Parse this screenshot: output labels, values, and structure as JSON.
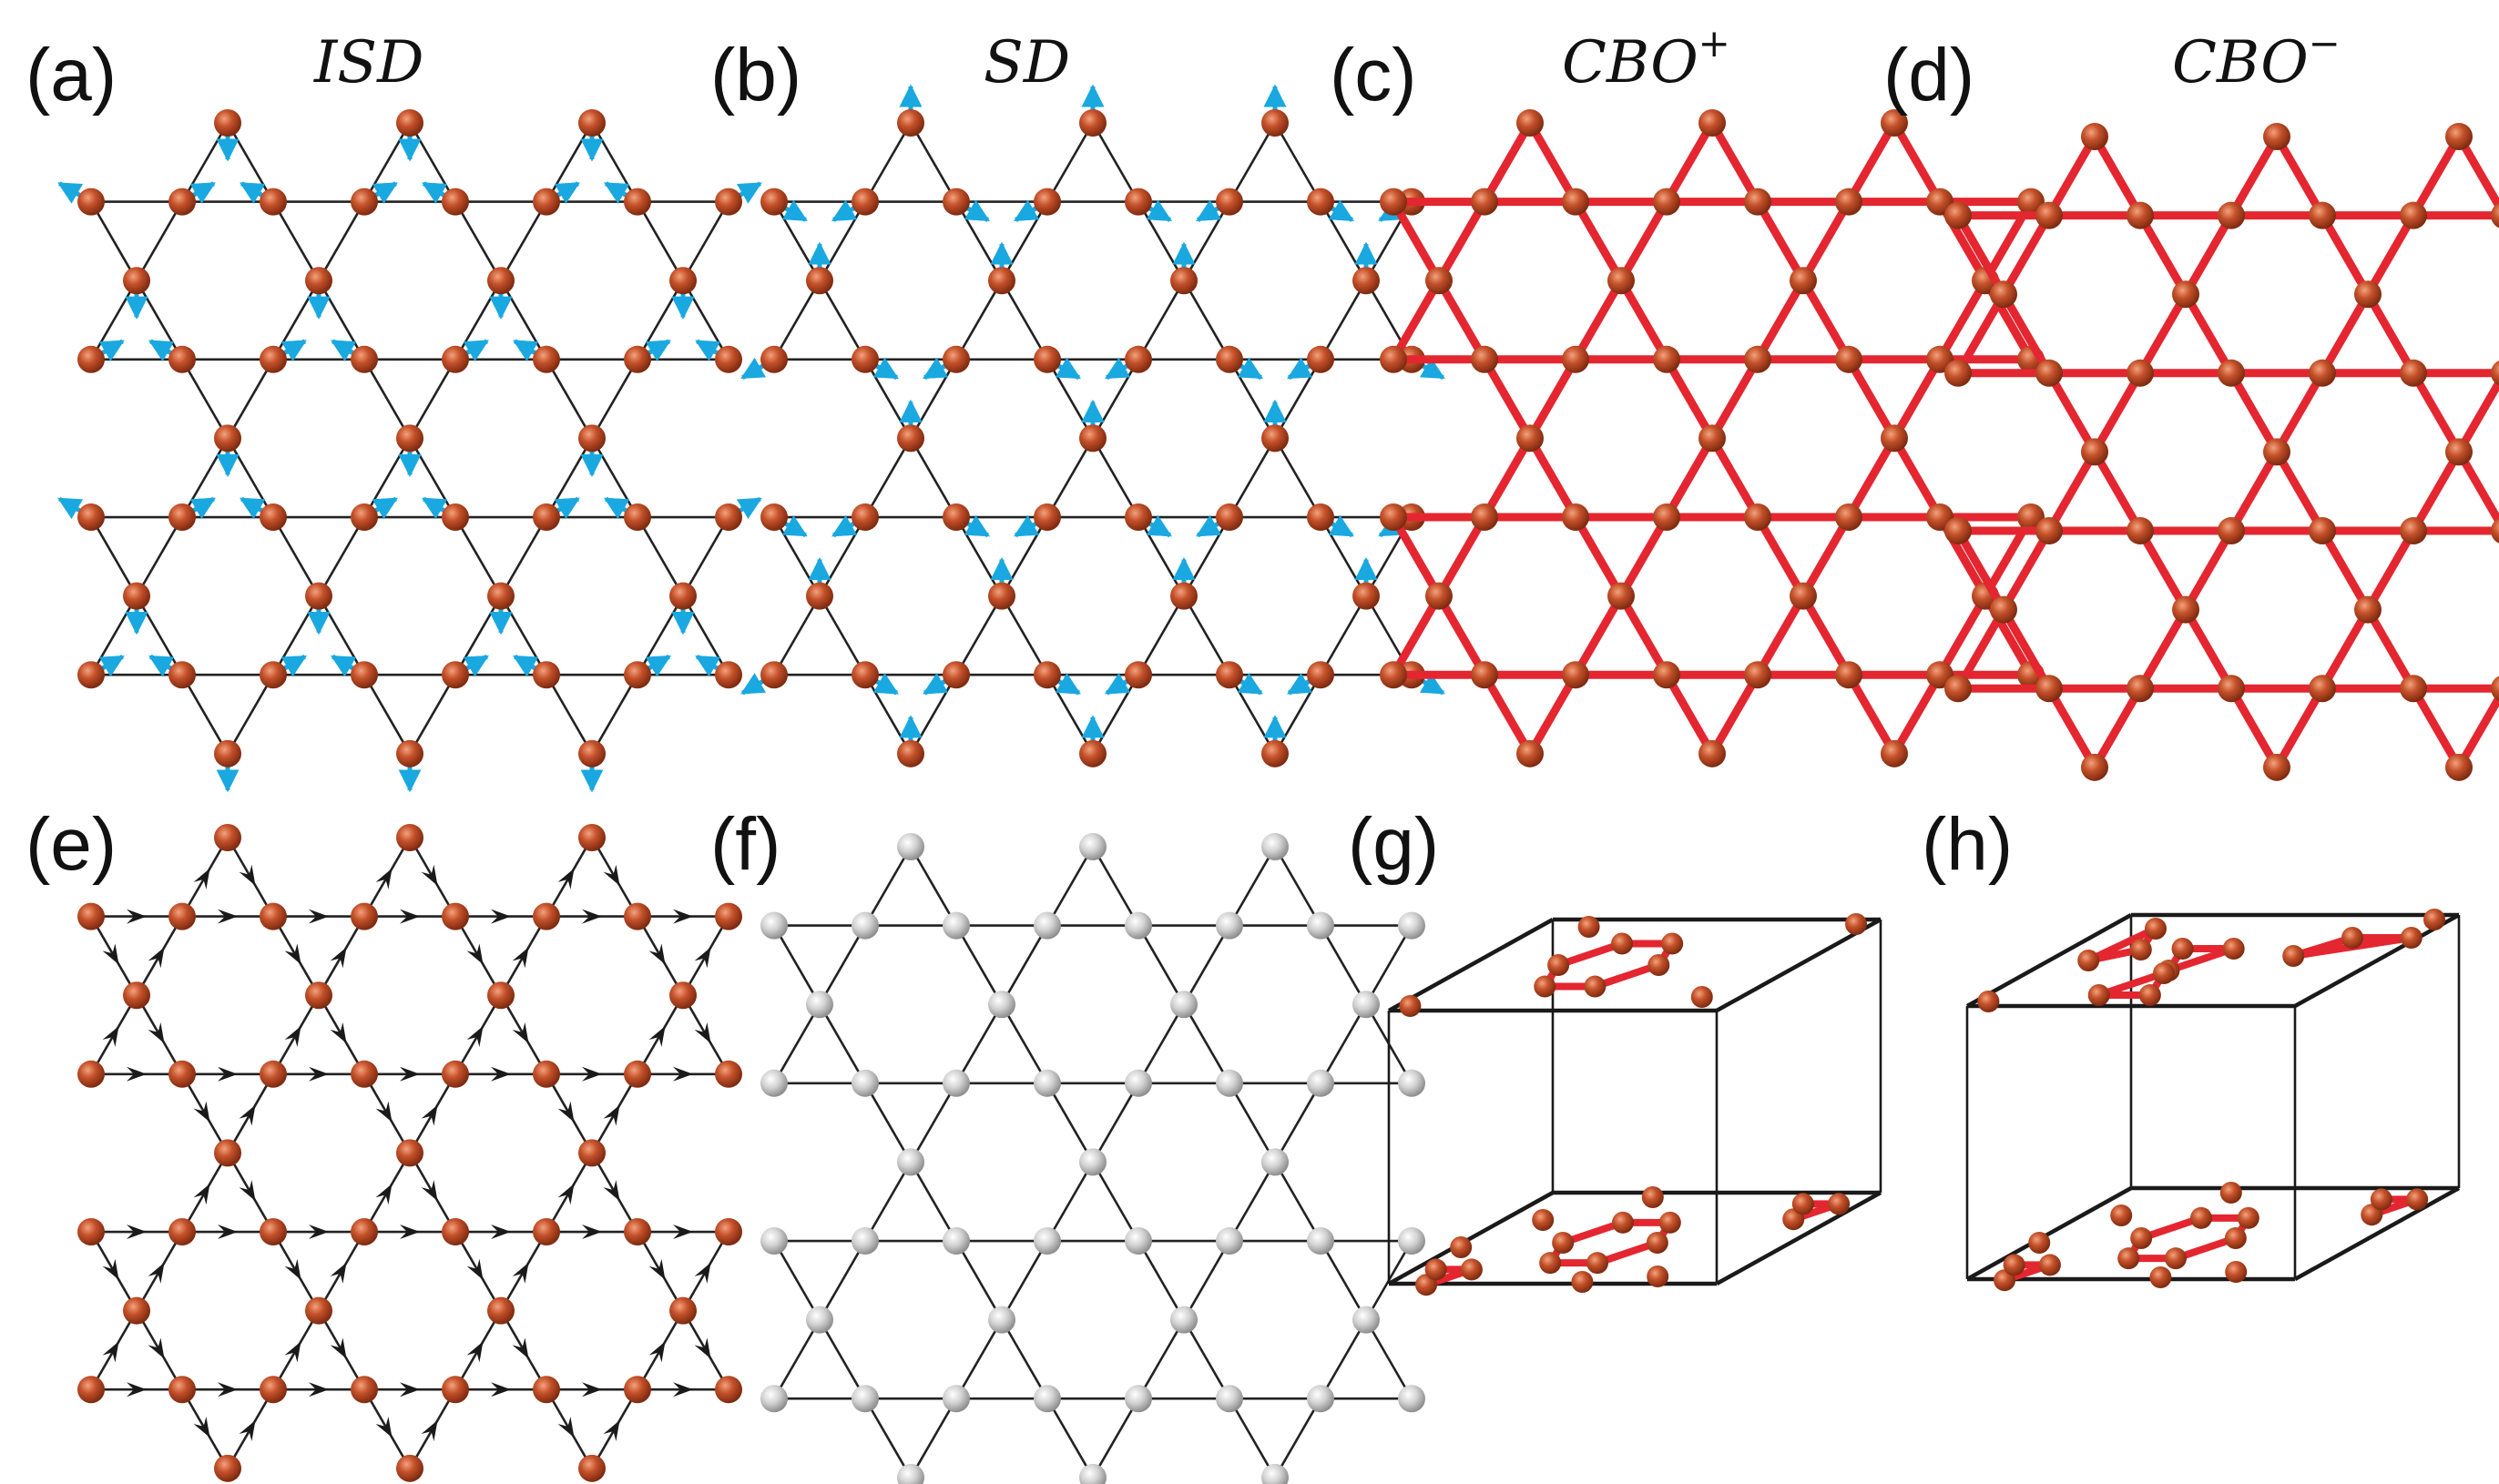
{
  "figure": {
    "panels": [
      {
        "label": "(a)",
        "title": "ISD",
        "title_sup": "",
        "kind": "arrows-breathing"
      },
      {
        "label": "(b)",
        "title": "SD",
        "title_sup": "",
        "kind": "arrows-star"
      },
      {
        "label": "(c)",
        "title": "CBO",
        "title_sup": "+",
        "kind": "bonds-plus"
      },
      {
        "label": "(d)",
        "title": "CBO",
        "title_sup": "−",
        "kind": "bonds-minus"
      },
      {
        "label": "(e)",
        "title": "",
        "title_sup": "",
        "kind": "flux"
      },
      {
        "label": "(f)",
        "title": "",
        "title_sup": "",
        "kind": "charge-order"
      },
      {
        "label": "(g)",
        "title": "",
        "title_sup": "",
        "kind": "stack-plus"
      },
      {
        "label": "(h)",
        "title": "",
        "title_sup": "",
        "kind": "stack-minus"
      }
    ]
  },
  "colors": {
    "atom": "#b5421f",
    "atom_light": "#e8835a",
    "atom_gray": "#bdbdbd",
    "bond": "#222222",
    "bond_strong": "#e42630",
    "arrow": "#1aa8e0",
    "frame": "#1a1a1a"
  }
}
